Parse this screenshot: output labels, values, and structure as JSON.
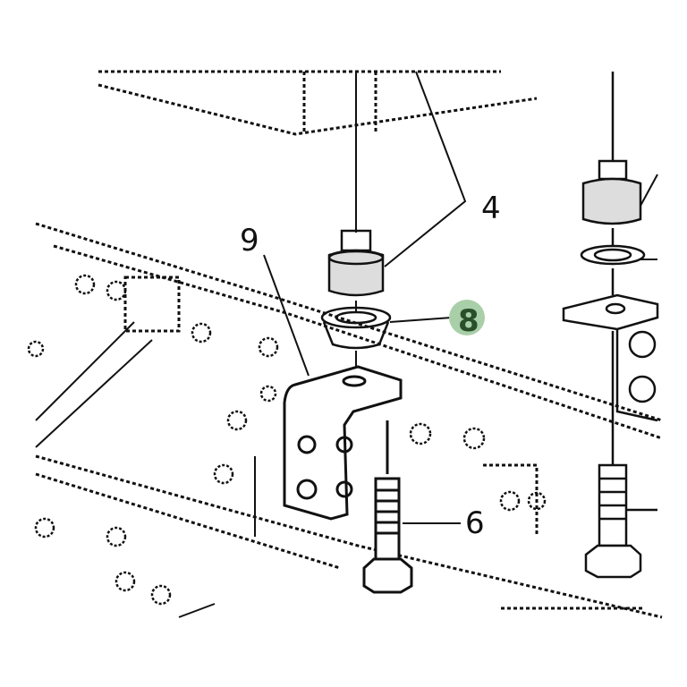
{
  "diagram": {
    "callouts": [
      {
        "id": "4",
        "label": "4"
      },
      {
        "id": "9",
        "label": "9"
      },
      {
        "id": "8",
        "label": "8",
        "highlighted": true
      },
      {
        "id": "6",
        "label": "6"
      }
    ],
    "colors": {
      "line": "#111111",
      "highlight": "#a9cfa9"
    }
  }
}
